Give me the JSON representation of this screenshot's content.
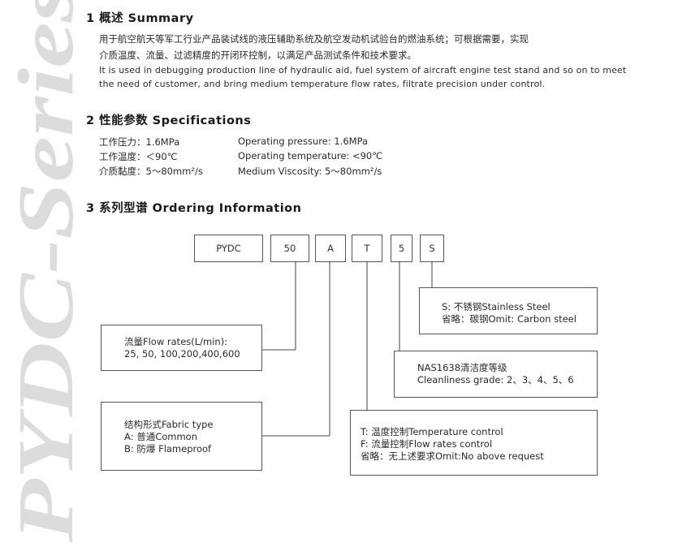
{
  "watermark": {
    "text": "PYDC-Series"
  },
  "summary": {
    "title": "1 概述 Summary",
    "cn_line1": "用于航空航天等军工行业产品装试线的液压辅助系统及航空发动机试验台的燃油系统；可根据需要，实现",
    "cn_line2": "介质温度、流量、过滤精度的开闭环控制，以满足产品测试条件和技术要求。",
    "en_line1": "It is used in debugging production line of hydraulic aid, fuel system of aircraft engine test stand and so on to meet",
    "en_line2": "the need of customer, and bring medium temperature flow rates, filtrate precision under control."
  },
  "specifications": {
    "title": "2 性能参数 Specifications",
    "rows": [
      {
        "cn": "工作压力：1.6MPa",
        "en": "Operating pressure: 1.6MPa"
      },
      {
        "cn": "工作温度：＜90℃",
        "en": "Operating temperature: <90℃"
      },
      {
        "cn": "介质黏度：5～80mm²/s",
        "en": "Medium Viscosity: 5～80mm²/s"
      }
    ]
  },
  "ordering": {
    "title": "3 系列型谱 Ordering Information",
    "codes": [
      "PYDC",
      "50",
      "A",
      "T",
      "5",
      "S"
    ],
    "options": {
      "material": {
        "line1": "S: 不锈钢Stainless Steel",
        "line2": "省略：碳钢Omit: Carbon steel"
      },
      "cleanliness": {
        "line1": "NAS1638清洁度等级",
        "line2": "Cleanliness grade: 2、3、4、5、6"
      },
      "flow": {
        "line1": "流量Flow rates(L/min):",
        "line2": "25, 50, 100,200,400,600"
      },
      "fabric": {
        "line1": "结构形式Fabric type",
        "line2": "A: 普通Common",
        "line3": "B: 防爆 Flameproof"
      },
      "control": {
        "line1": "T: 温度控制Temperature control",
        "line2": "F: 流量控制Flow rates control",
        "line3": "省略：无上述要求Omit:No above request"
      }
    }
  }
}
